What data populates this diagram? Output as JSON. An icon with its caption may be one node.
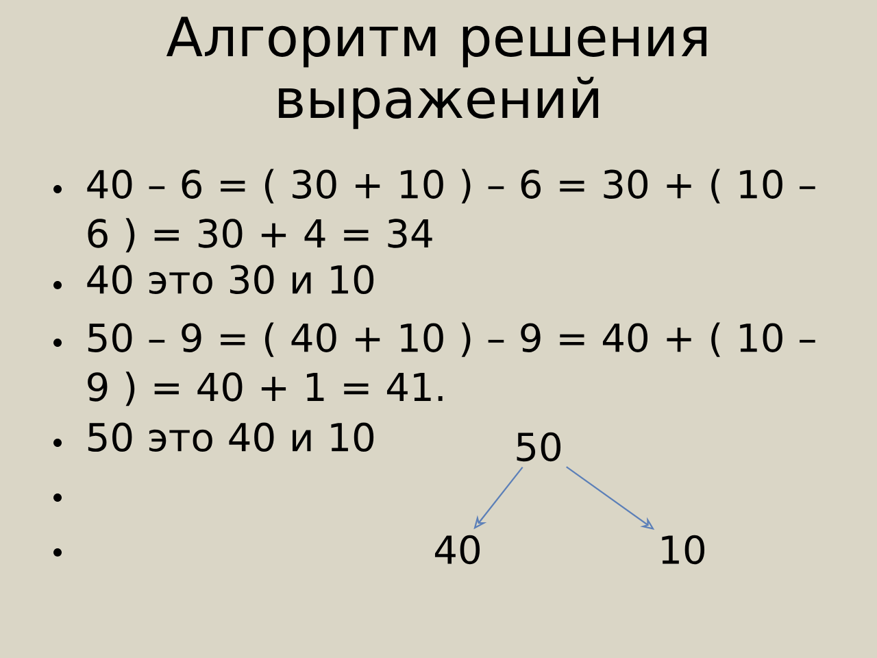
{
  "diagram": {
    "title": "Алгоритм решения выражений",
    "nodes": [
      {
        "text": [
          "50"
        ]
      },
      {
        "text": [
          "40"
        ]
      },
      {
        "text": [
          "10"
        ]
      }
    ],
    "edges": [
      {
        "from": 0,
        "to": 1,
        "arrow": "to"
      },
      {
        "from": 0,
        "to": 2,
        "arrow": "to"
      }
    ],
    "labels": [
      "40 – 6 = ( 30 + 10 ) – 6 = 30 + ( 10 – 6 ) = 30 + 4 = 34",
      "40 это 30 и 10",
      "50 – 9 = ( 40 + 10 ) – 9 = 40 + ( 10 – 9 ) = 40 + 1 = 41.",
      "50 это 40 и 10"
    ]
  }
}
